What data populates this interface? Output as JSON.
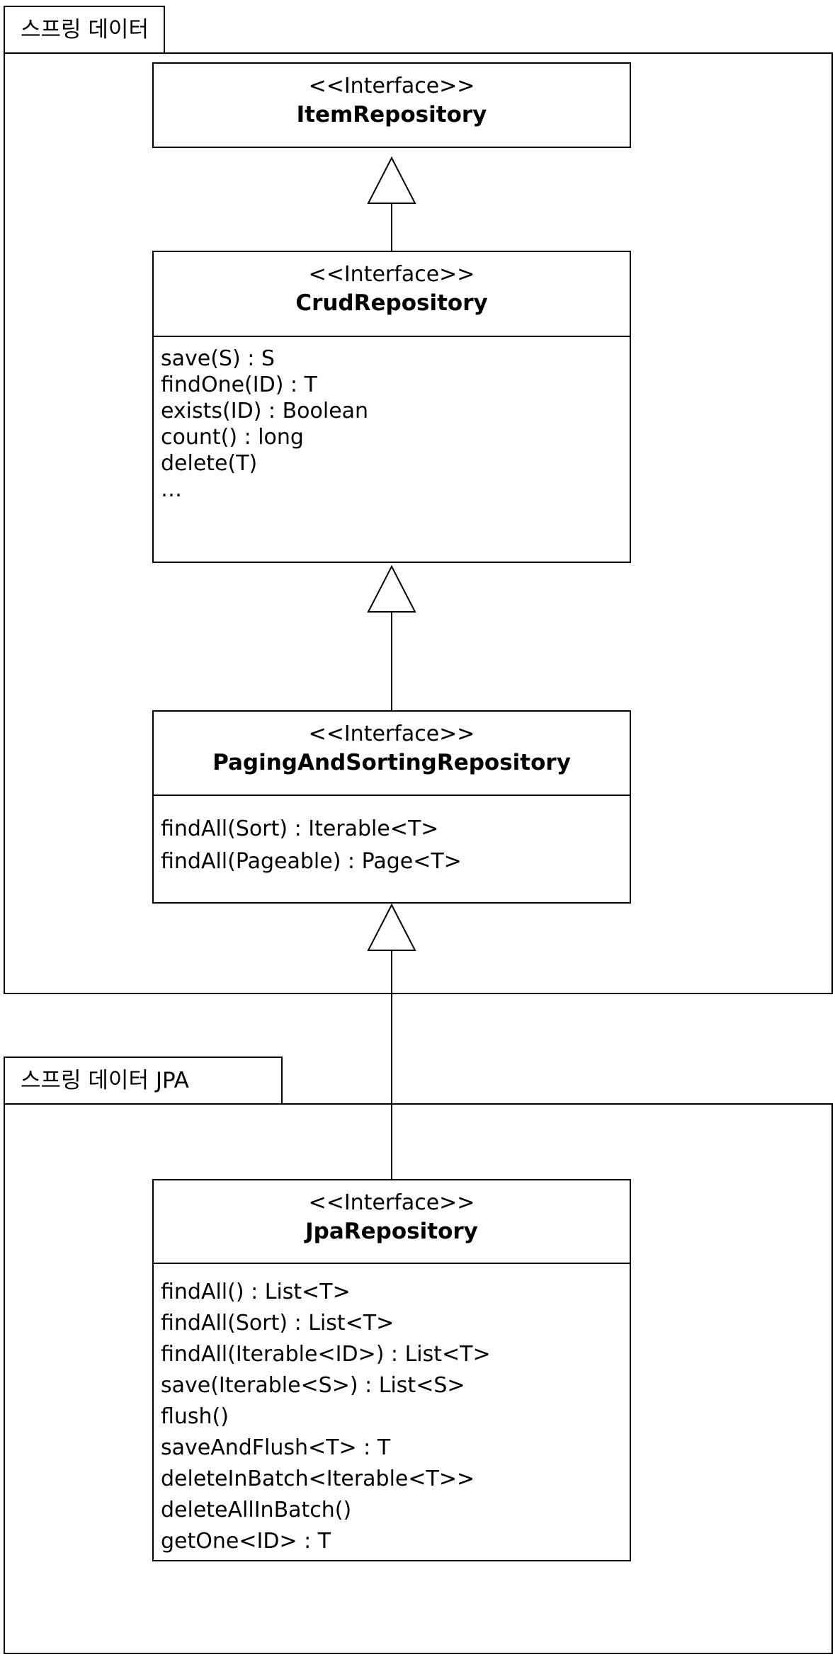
{
  "diagram": {
    "type": "uml-class-diagram",
    "title": "Spring Data repository hierarchy"
  },
  "packages": [
    {
      "name": "spring-data-package",
      "label": "스프링 데이터"
    },
    {
      "name": "spring-data-jpa-package",
      "label": "스프링 데이터 JPA"
    }
  ],
  "classes": [
    {
      "id": "item-repository",
      "stereotype": "<<Interface>>",
      "name": "ItemRepository",
      "members": []
    },
    {
      "id": "crud-repository",
      "stereotype": "<<Interface>>",
      "name": "CrudRepository",
      "members": [
        "save(S) : S",
        "findOne(ID) : T",
        "exists(ID) : Boolean",
        "count() : long",
        "delete(T)",
        "…"
      ]
    },
    {
      "id": "paging-and-sorting-repository",
      "stereotype": "<<Interface>>",
      "name": "PagingAndSortingRepository",
      "members": [
        "findAll(Sort) : Iterable<T>",
        "findAll(Pageable) : Page<T>"
      ]
    },
    {
      "id": "jpa-repository",
      "stereotype": "<<Interface>>",
      "name": "JpaRepository",
      "members": [
        "findAll() : List<T>",
        "findAll(Sort) : List<T>",
        "findAll(Iterable<ID>) : List<T>",
        "save(Iterable<S>) : List<S>",
        "flush()",
        "saveAndFlush<T> : T",
        "deleteInBatch<Iterable<T>>",
        "deleteAllInBatch()",
        "getOne<ID> : T"
      ]
    }
  ],
  "relationships": [
    {
      "name": "crud-to-item",
      "from": "CrudRepository",
      "to": "ItemRepository",
      "kind": "generalization"
    },
    {
      "name": "paging-to-crud",
      "from": "PagingAndSortingRepository",
      "to": "CrudRepository",
      "kind": "generalization"
    },
    {
      "name": "jpa-to-paging",
      "from": "JpaRepository",
      "to": "PagingAndSortingRepository",
      "kind": "generalization"
    }
  ],
  "colors": {
    "stroke": "#000000",
    "fill": "#ffffff"
  }
}
